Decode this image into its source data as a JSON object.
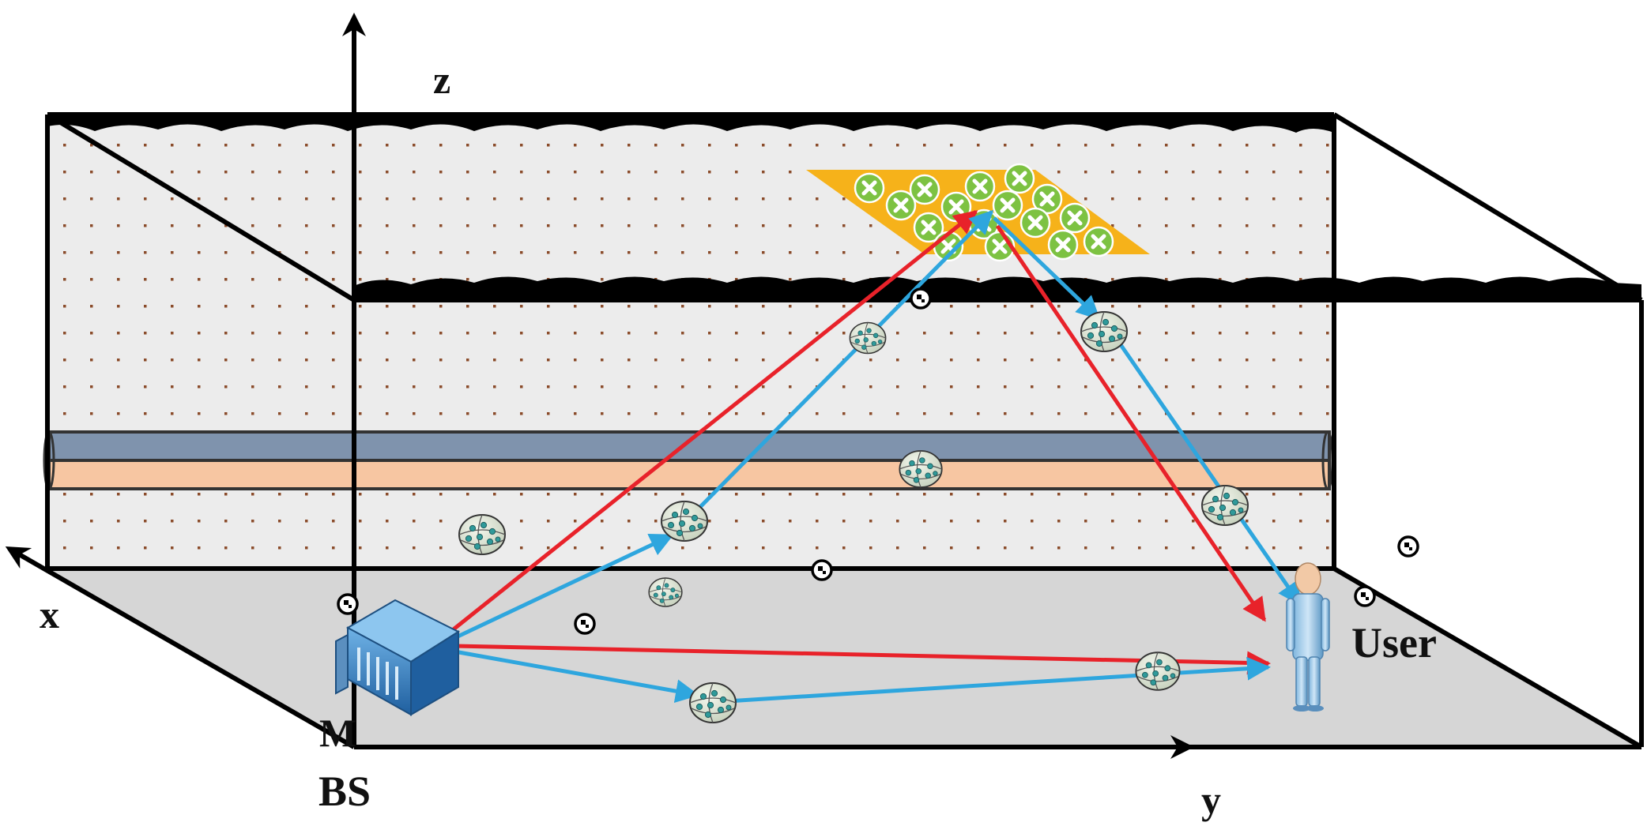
{
  "labels": {
    "z_axis": "z",
    "x_axis": "x",
    "y_axis": "y",
    "base_station": "BS",
    "base_station_mark": "M",
    "user": "User"
  },
  "colors": {
    "red_path": "#e8222a",
    "blue_path": "#2ea6de",
    "ris_panel": "#f6b21a",
    "ris_element": "#7dc242",
    "floor": "#d6d6d6",
    "pipe_top": "#7f93ad",
    "pipe_bottom": "#f7c6a2",
    "soil": "#ececec",
    "soil_dot": "#8a4b2a",
    "ceiling": "#000000"
  },
  "icons": {
    "base_station": "server-rack-icon",
    "user": "person-icon",
    "ris": "reconfigurable-intelligent-surface-icon",
    "scatterer": "scatterer-cluster-icon",
    "small_scatterer": "point-scatterer-icon"
  }
}
